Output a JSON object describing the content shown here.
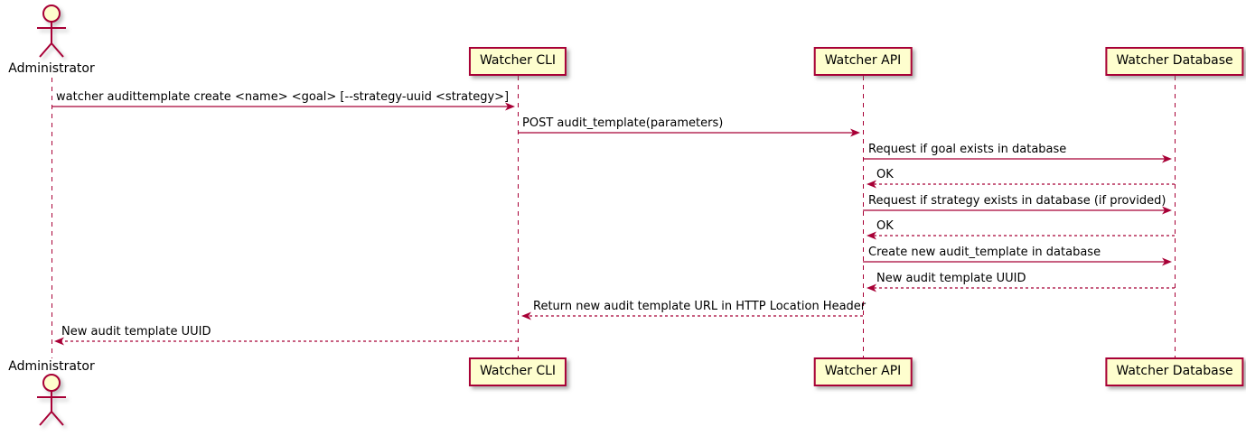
{
  "diagram": {
    "type": "uml-sequence-diagram",
    "colors": {
      "line": "#A80036",
      "participant_fill": "#FEFECE",
      "text": "#000000",
      "background": "#ffffff"
    }
  },
  "actor": {
    "label": "Administrator",
    "icon": "stick-figure-actor-icon"
  },
  "participants": [
    {
      "label": "Watcher CLI"
    },
    {
      "label": "Watcher API"
    },
    {
      "label": "Watcher Database"
    }
  ],
  "messages": [
    {
      "from": "Administrator",
      "to": "Watcher CLI",
      "style": "solid",
      "label": "watcher audittemplate create <name> <goal> [--strategy-uuid <strategy>]"
    },
    {
      "from": "Watcher CLI",
      "to": "Watcher API",
      "style": "solid",
      "label": "POST audit_template(parameters)"
    },
    {
      "from": "Watcher API",
      "to": "Watcher Database",
      "style": "solid",
      "label": "Request if goal exists in database"
    },
    {
      "from": "Watcher Database",
      "to": "Watcher API",
      "style": "dashed",
      "label": "OK"
    },
    {
      "from": "Watcher API",
      "to": "Watcher Database",
      "style": "solid",
      "label": "Request if strategy exists in database (if provided)"
    },
    {
      "from": "Watcher Database",
      "to": "Watcher API",
      "style": "dashed",
      "label": "OK"
    },
    {
      "from": "Watcher API",
      "to": "Watcher Database",
      "style": "solid",
      "label": "Create new audit_template in database"
    },
    {
      "from": "Watcher Database",
      "to": "Watcher API",
      "style": "dashed",
      "label": "New audit template UUID"
    },
    {
      "from": "Watcher API",
      "to": "Watcher CLI",
      "style": "dashed",
      "label": "Return new audit template URL in HTTP Location Header"
    },
    {
      "from": "Watcher CLI",
      "to": "Administrator",
      "style": "dashed",
      "label": "New audit template UUID"
    }
  ]
}
